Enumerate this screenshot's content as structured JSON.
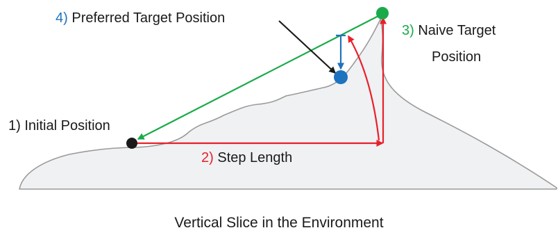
{
  "labels": {
    "initial": {
      "num": "1)",
      "text": "Initial Position"
    },
    "step": {
      "num": "2)",
      "text": "Step Length"
    },
    "naive": {
      "num": "3)",
      "text": "Naive",
      "text2": "Target",
      "text3": "Position"
    },
    "preferred": {
      "num": "4)",
      "text": "Preferred Target Position"
    }
  },
  "caption": "Vertical Slice in the Environment",
  "colors": {
    "step_red": "#e8202a",
    "naive_green": "#1aaa4a",
    "preferred_blue": "#1e73be",
    "initial_black": "#1a1a1a",
    "terrain_fill": "#f0f1f3",
    "terrain_stroke": "#9a9a9a"
  }
}
